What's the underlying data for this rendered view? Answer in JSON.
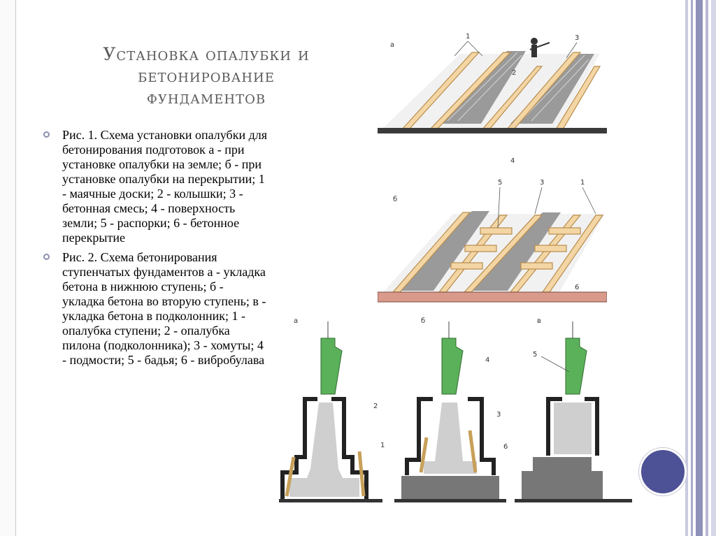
{
  "slide": {
    "title_lines": [
      "Установка опалубки и",
      "бетонирование",
      "фундаментов"
    ],
    "bullets": [
      "Рис. 1. Схема установки опалубки для бетонирования подготовок а - при установке опалубки на земле; б - при установке опалубки на перекрытии; 1 - маячные доски; 2 - колышки; 3 - бетонная смесь; 4 - поверхность земли; 5 - распорки; 6 - бетонное перекрытие",
      "Рис. 2. Схема бетонирования ступенчатых фундаментов а - укладка бетона в нижнюю ступень; б - укладка бетона во вторую ступень; в - укладка бетона в подколонник; 1 - опалубка ступени; 2 - опалубка пилона (подколонника); 3 - хомуты; 4 - подмости; 5 - бадья; 6 - вибробулава"
    ]
  },
  "figure1": {
    "a": {
      "letter": "а",
      "labels": [
        "1",
        "2",
        "3",
        "4"
      ]
    },
    "b": {
      "letter": "б",
      "labels": [
        "5",
        "3",
        "1",
        "6"
      ]
    }
  },
  "figure2": {
    "panels": [
      {
        "letter": "а",
        "labels": [
          "2",
          "1"
        ]
      },
      {
        "letter": "б",
        "labels": [
          "4",
          "3",
          "6"
        ]
      },
      {
        "letter": "в",
        "labels": [
          "5"
        ]
      }
    ]
  },
  "colors": {
    "accent": "#4d5196",
    "frame": "#9aa0c0",
    "bucket": "#5bb15a",
    "board": "#f3d6a4",
    "concrete": "#cfcfcf"
  }
}
